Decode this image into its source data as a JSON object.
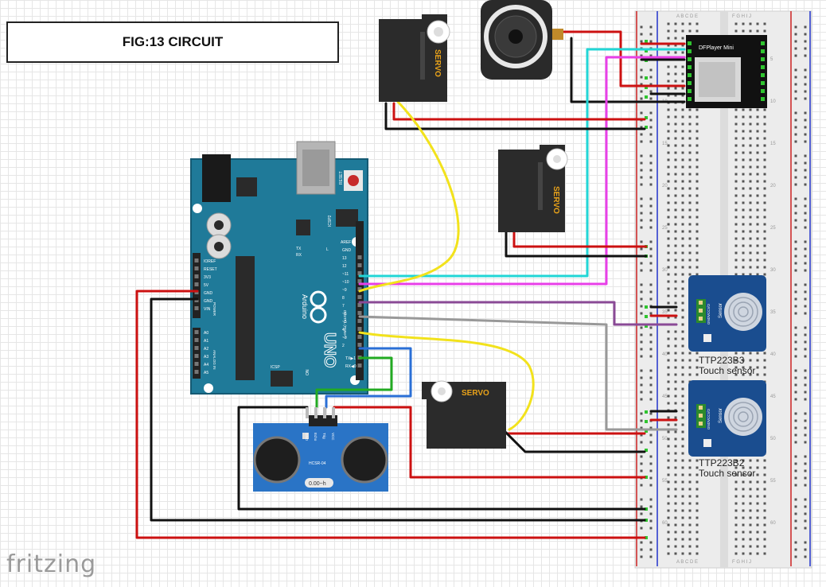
{
  "title": "FIG:13 CIRCUIT",
  "brand": "fritzing",
  "arduino": {
    "name": "UNO",
    "brand": "Arduino",
    "reset_label": "RESET",
    "icsp2_label": "ICSP2",
    "icsp_label": "ICSP",
    "on_label": "ON",
    "tx_label": "TX",
    "rx_label": "RX",
    "l_label": "L",
    "aref_label": "AREF",
    "gnd_label": "GND",
    "digital_label": "DIGITAL (PWM~)",
    "power_label": "POWER",
    "analog_label": "ANALOG IN",
    "txrx_pins": [
      "TX▶1",
      "RX◀0"
    ],
    "digital_pins": [
      "13",
      "12",
      "~11",
      "~10",
      "~9",
      "8",
      "7",
      "~6",
      "~5",
      "4",
      "~3",
      "2"
    ],
    "power_pins": [
      "IOREF",
      "RESET",
      "3V3",
      "5V",
      "GND",
      "GND",
      "VIN"
    ],
    "analog_pins": [
      "A0",
      "A1",
      "A2",
      "A3",
      "A4",
      "A5"
    ]
  },
  "components": {
    "servo_label": "SERVO",
    "dfplayer_label": "DFPlayer Mini",
    "ultrasonic_label": "HCSR-04",
    "ultrasonic_pins": [
      "GND",
      "Echo",
      "Trig",
      "VCC"
    ],
    "ultrasonic_freq": "0.00~h",
    "touch_module_text": "Sensor",
    "touch_pins": [
      "I/O",
      "VCC",
      "GND"
    ],
    "touch_sensors": [
      {
        "model": "TTP223B3",
        "label": "Touch sensor"
      },
      {
        "model": "TTP223B2",
        "label": "Touch sensor"
      }
    ]
  },
  "breadboard": {
    "column_letters_left": [
      "A",
      "B",
      "C",
      "D",
      "E"
    ],
    "column_letters_right": [
      "F",
      "G",
      "H",
      "I",
      "J"
    ],
    "row_numbers": [
      "5",
      "10",
      "15",
      "20",
      "25",
      "30",
      "35",
      "40",
      "45",
      "50",
      "55",
      "60"
    ]
  },
  "colors": {
    "arduino": "#1f7a99",
    "wire_red": "#cc1111",
    "wire_black": "#111111",
    "wire_yellow": "#f2e21c",
    "wire_cyan": "#22d6d6",
    "wire_magenta": "#e83fe8",
    "wire_purple": "#8a4a96",
    "wire_gray": "#999999",
    "wire_blue": "#2a6fd6",
    "wire_green": "#22aa22",
    "sensor_board": "#1a4d8f",
    "servo_body": "#2b2b2b",
    "servo_label": "#e8a21a"
  }
}
